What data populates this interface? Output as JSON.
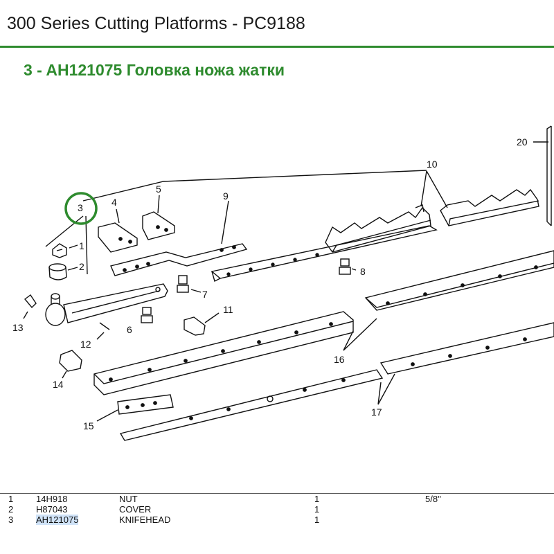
{
  "header": {
    "title": "300 Series Cutting Platforms - PC9188",
    "section_title": "3 - AH121075 Головка ножа жатки"
  },
  "diagram": {
    "callouts": {
      "c1": "1",
      "c2": "2",
      "c3": "3",
      "c4": "4",
      "c5": "5",
      "c6": "6",
      "c7": "7",
      "c8": "8",
      "c9": "9",
      "c10": "10",
      "c11": "11",
      "c12": "12",
      "c13": "13",
      "c14": "14",
      "c15": "15",
      "c16": "16",
      "c17": "17",
      "c20": "20"
    },
    "highlight_color": "#2e8b2e"
  },
  "parts": [
    {
      "num": "1",
      "part": "14H918",
      "desc": "NUT",
      "qty": "1",
      "note": "5/8\""
    },
    {
      "num": "2",
      "part": "H87043",
      "desc": "COVER",
      "qty": "1",
      "note": ""
    },
    {
      "num": "3",
      "part": "AH121075",
      "desc": "KNIFEHEAD",
      "qty": "1",
      "note": ""
    }
  ]
}
